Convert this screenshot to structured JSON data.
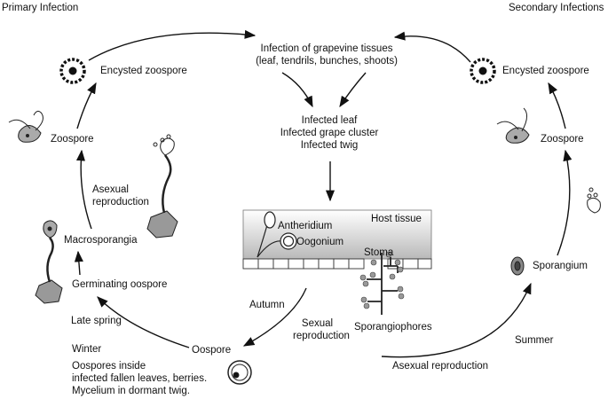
{
  "headers": {
    "left": "Primary Infection",
    "right": "Secondary Infections"
  },
  "top": {
    "infection": "Infection of grapevine tissues\n(leaf, tendrils, bunches, shoots)",
    "infected": "Infected leaf\nInfected grape cluster\nInfected twig"
  },
  "host": {
    "tissue": "Host tissue",
    "antheridium": "Antheridium",
    "oogonium": "Oogonium",
    "stoma": "Stoma"
  },
  "primary": {
    "encysted": "Encysted zoospore",
    "zoospore": "Zoospore",
    "asexual": "Asexual\nreproduction",
    "macrosporangia": "Macrosporangia",
    "germinating": "Germinating oospore",
    "late_spring": "Late spring",
    "winter": "Winter",
    "oospores_note": "Oospores inside\ninfected fallen leaves, berries.\nMycelium in dormant twig.",
    "oospore": "Oospore"
  },
  "middle": {
    "autumn": "Autumn",
    "sexual": "Sexual\nreproduction",
    "sporangiophores": "Sporangiophores"
  },
  "secondary": {
    "encysted": "Encysted zoospore",
    "zoospore": "Zoospore",
    "sporangium": "Sporangium",
    "summer": "Summer",
    "asexual_repro": "Asexual reproduction"
  }
}
